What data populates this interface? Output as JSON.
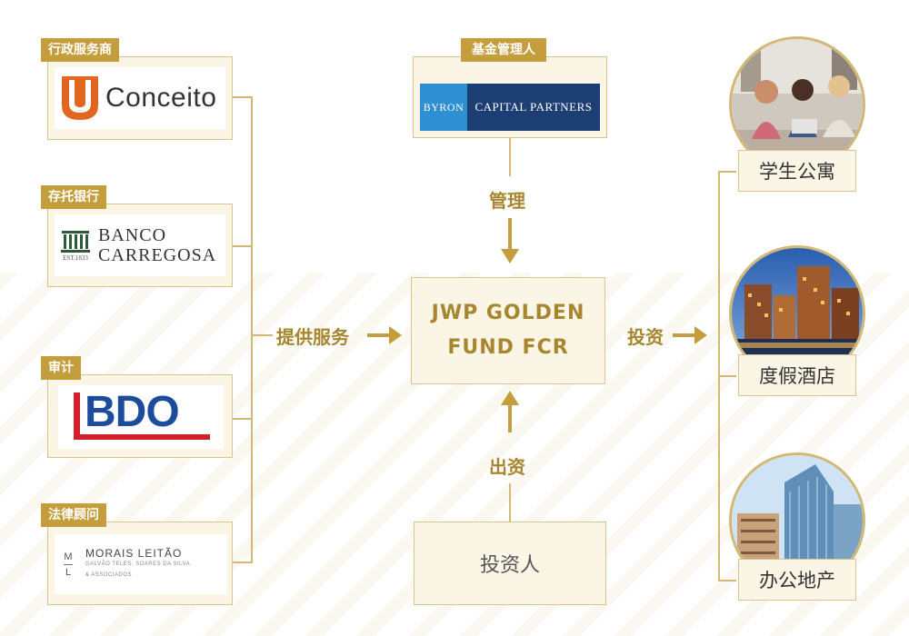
{
  "service_providers": [
    {
      "role": "行政服务商",
      "company": "Conceito"
    },
    {
      "role": "存托银行",
      "company_line1": "BANCO",
      "company_line2": "CARREGOSA",
      "est": "EST.1833"
    },
    {
      "role": "审计",
      "company": "BDO"
    },
    {
      "role": "法律顾问",
      "mark_top": "M",
      "mark_bottom": "L",
      "company_line1": "MORAIS LEITÃO",
      "company_line2": "GALVÃO TELES, SOARES DA SILVA",
      "company_line3": "& ASSOCIADOS"
    }
  ],
  "fund_manager": {
    "role": "基金管理人",
    "logo_left": "BYRON",
    "logo_right": "CAPITAL PARTNERS"
  },
  "fund": {
    "line1": "JWP GOLDEN",
    "line2": "FUND FCR"
  },
  "investor": {
    "label": "投资人"
  },
  "flows": {
    "services": "提供服务",
    "manage": "管理",
    "invest": "投资",
    "contribute": "出资"
  },
  "assets": [
    {
      "label": "学生公寓",
      "icon": "students-photo"
    },
    {
      "label": "度假酒店",
      "icon": "hotel-photo"
    },
    {
      "label": "办公地产",
      "icon": "office-photo"
    }
  ],
  "colors": {
    "gold": "#c49d3c",
    "gold_text": "#a7862f",
    "box_bg": "#fbf5e6",
    "byron_dark": "#1d3e73",
    "byron_light": "#2e8fd1",
    "bdo_blue": "#1d4c9c",
    "bdo_red": "#d4202a",
    "conceito_orange": "#e1661f"
  }
}
